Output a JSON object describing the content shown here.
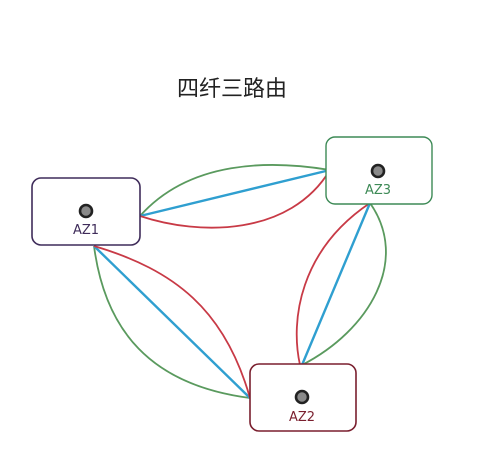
{
  "title": "四纤三路由",
  "nodes": [
    {
      "id": "az1",
      "label": "AZ1",
      "border_color": "#3f2c5a"
    },
    {
      "id": "az3",
      "label": "AZ3",
      "border_color": "#3d8a56"
    },
    {
      "id": "az2",
      "label": "AZ2",
      "border_color": "#7a1f2e"
    }
  ],
  "link_colors": {
    "red": "#c83a46",
    "green": "#5a9a5e",
    "blue": "#2f9fd0"
  },
  "colors": {
    "node_dot_fill": "#8a8a8a",
    "node_dot_stroke": "#222222",
    "az1_text": "#3f2c5a",
    "az3_text": "#3d8a56",
    "az2_text": "#7a1f2e"
  },
  "links": [
    {
      "from": "AZ1",
      "to": "AZ3",
      "fibers": [
        "green",
        "blue",
        "red"
      ]
    },
    {
      "from": "AZ3",
      "to": "AZ2",
      "fibers": [
        "red",
        "blue",
        "green"
      ]
    },
    {
      "from": "AZ1",
      "to": "AZ2",
      "fibers": [
        "green",
        "blue",
        "red"
      ]
    }
  ]
}
